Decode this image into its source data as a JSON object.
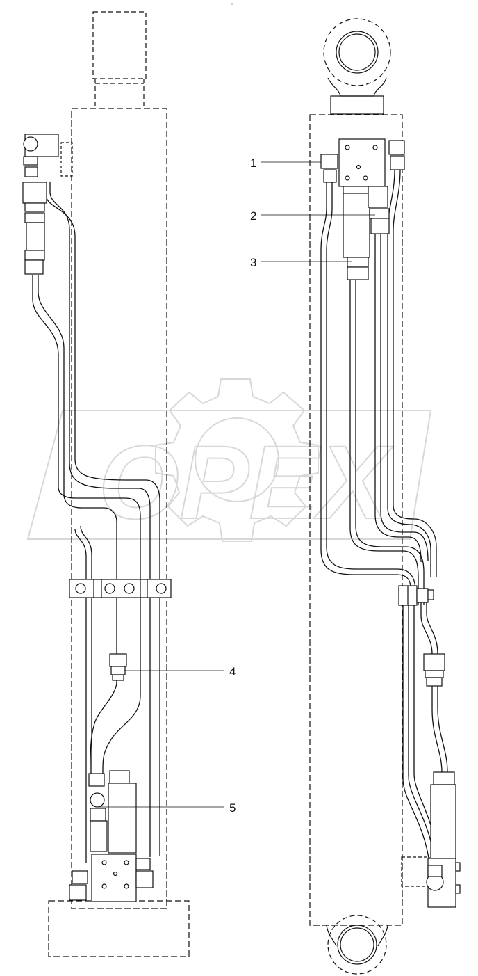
{
  "corner_mark": "°°",
  "watermark": {
    "text": "OPEX",
    "icon": "gear-icon"
  },
  "callouts": [
    {
      "number": "1"
    },
    {
      "number": "2"
    },
    {
      "number": "3"
    },
    {
      "number": "4"
    },
    {
      "number": "5"
    }
  ],
  "colors": {
    "line": "#111111",
    "watermark": "#d8d8d8"
  }
}
